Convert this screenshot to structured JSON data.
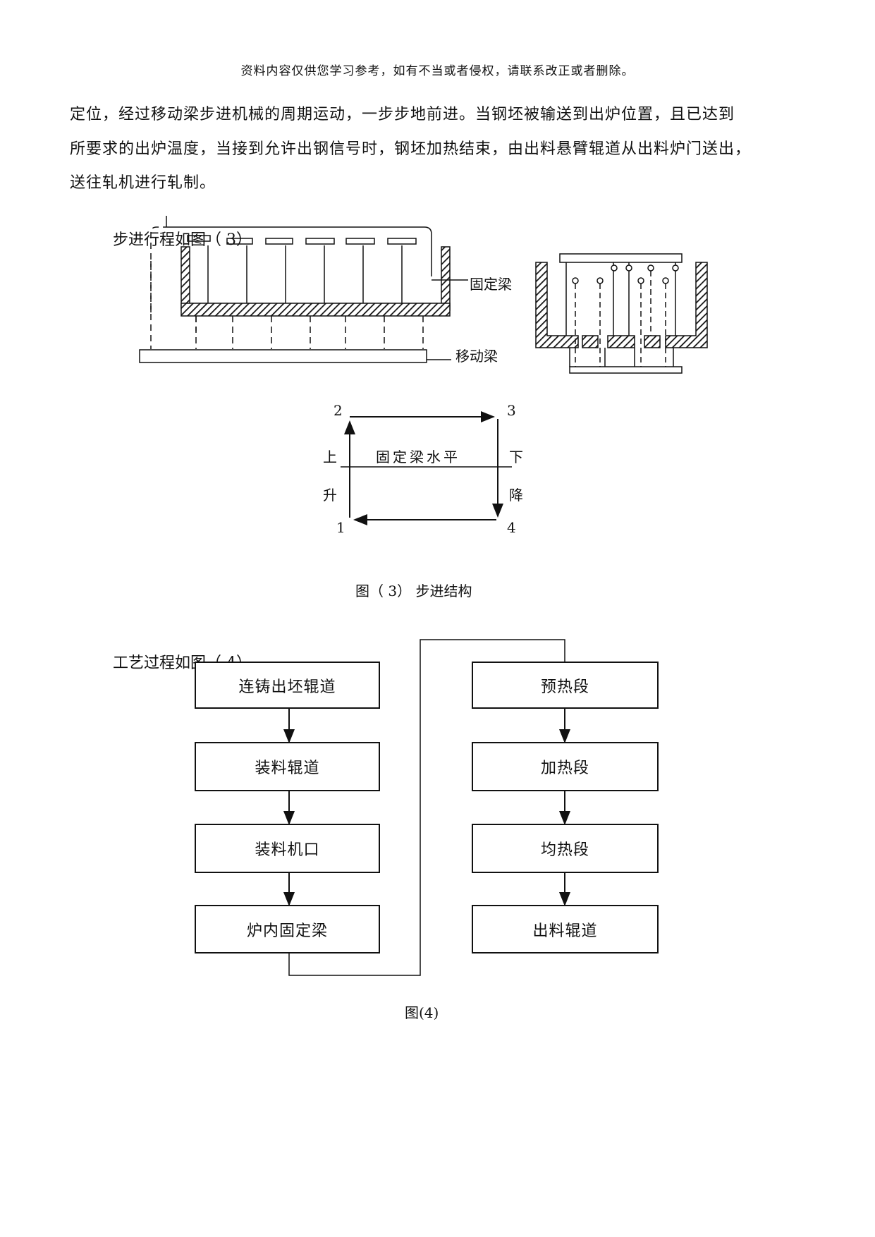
{
  "header": "资料内容仅供您学习参考，如有不当或者侵权，请联系改正或者删除。",
  "paragraph": [
    "定位，经过移动梁步进机械的周期运动，一步步地前进。当钢坯被输送到出炉位置，且已达到",
    "所要求的出炉温度，当接到允许出钢信号时，钢坯加热结束，由出料悬臂辊道从出料炉门送出，",
    "送往轧机进行轧制。"
  ],
  "fig3": {
    "intro": "步进行程如图（ 3）",
    "label_fixed_beam": "固定梁",
    "label_moving_beam": "移动梁",
    "cycle": {
      "corner_1": "1",
      "corner_2": "2",
      "corner_3": "3",
      "corner_4": "4",
      "left_top": "上",
      "left_bottom": "升",
      "right_top": "下",
      "right_bottom": "降",
      "center": "固定梁水平"
    },
    "caption": "图（ 3） 步进结构"
  },
  "fig4": {
    "intro": "工艺过程如图（ 4）",
    "left_column": [
      "连铸出坯辊道",
      "装料辊道",
      "装料机口",
      "炉内固定梁"
    ],
    "right_column": [
      "预热段",
      "加热段",
      "均热段",
      "出料辊道"
    ],
    "caption": "图(4)"
  }
}
